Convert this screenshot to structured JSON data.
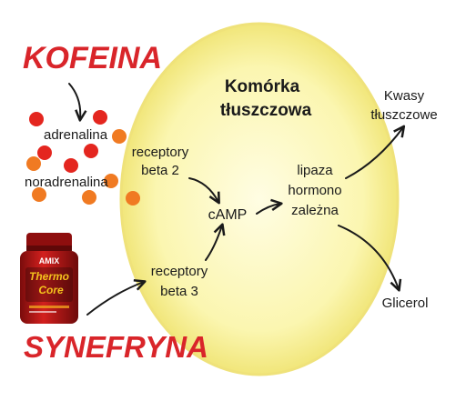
{
  "sources": {
    "kofeina": "KOFEINA",
    "synefryna": "SYNEFRYNA"
  },
  "cell": {
    "title_line1": "Komórka",
    "title_line2": "tłuszczowa"
  },
  "nodes": {
    "adrenalina": "adrenalina",
    "noradrenalina": "noradrenalina",
    "receptory_beta2_line1": "receptory",
    "receptory_beta2_line2": "beta 2",
    "receptory_beta3_line1": "receptory",
    "receptory_beta3_line2": "beta 3",
    "camp": "cAMP",
    "lipaza_line1": "lipaza",
    "lipaza_line2": "hormono",
    "lipaza_line3": "zależna",
    "kwasy_line1": "Kwasy",
    "kwasy_line2": "tłuszczowe",
    "glicerol": "Glicerol"
  },
  "product": {
    "brand": "AMIX",
    "name_line1": "Thermo",
    "name_line2": "Core"
  },
  "colors": {
    "accent_red": "#d9252a",
    "dot_red": "#e4261f",
    "dot_orange": "#f07a22",
    "cell_fill": "#fbf5a8",
    "cell_edge": "#f3e97a"
  }
}
